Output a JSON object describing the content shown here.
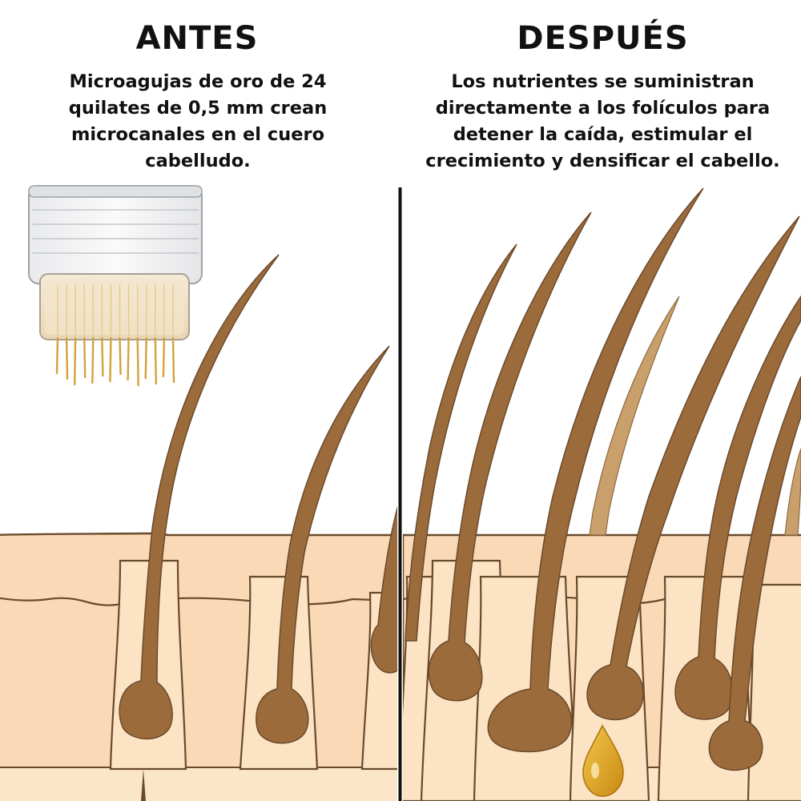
{
  "before": {
    "heading": "ANTES",
    "description": "Microagujas de oro de 24 quilates de 0,5 mm crean microcanales en el cuero cabelludo."
  },
  "after": {
    "heading": "DESPUÉS",
    "description": "Los nutrientes se suministran directamente a los folículos para detener la caída, estimular el crecimiento y densificar el cabello."
  },
  "colors": {
    "skin": "#f9d9b6",
    "skin_deep": "#fbe7c8",
    "outline": "#6a4a2c",
    "hair": "#9c6b3b",
    "hair_dark": "#7a4f28",
    "hair_light": "#c9a06c",
    "gold": "#d5a13b",
    "serum": "#e2a522",
    "divider": "#111111"
  },
  "icons": {
    "device": "microneedle-device-icon",
    "droplet": "serum-droplet-icon"
  }
}
